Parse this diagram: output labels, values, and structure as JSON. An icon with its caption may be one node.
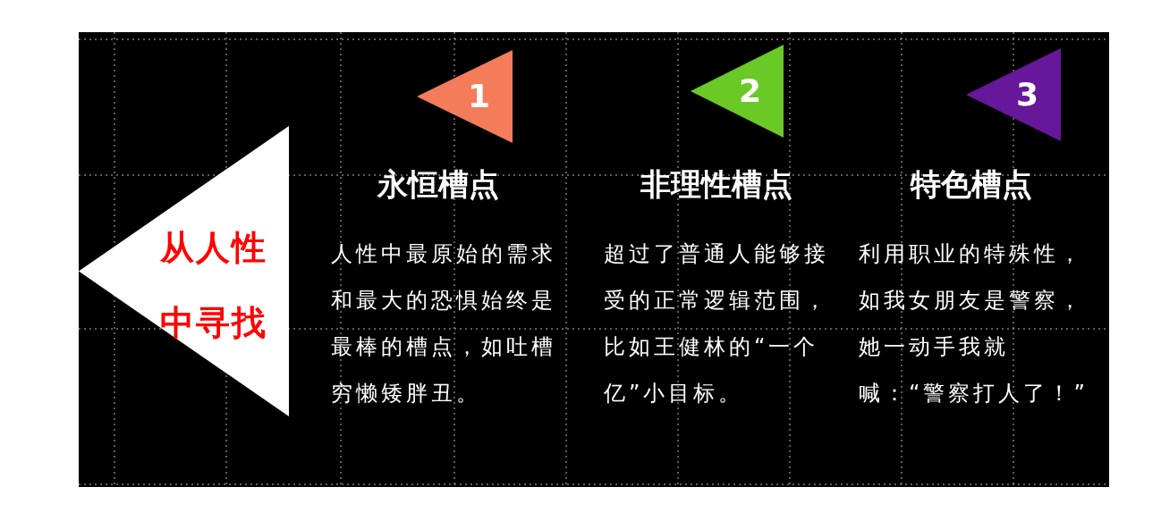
{
  "diagram": {
    "nodes": [
      {
        "text": [
          "从人性中寻找"
        ]
      },
      {
        "text": [
          "1"
        ]
      },
      {
        "text": [
          "2"
        ]
      },
      {
        "text": [
          "3"
        ]
      }
    ],
    "labels": [
      "永恒槽点",
      "人性中最原始的需求和最大的恐惧始终是最棒的槽点，如吐槽穷懒矮胖丑。",
      "非理性槽点",
      "超过了普通人能够接受的正常逻辑范围，比如王健林的“一个亿”小目标。",
      "特色槽点",
      "利用职业的特殊性，如我女朋友是警察，她一动手我就喊：“警察打人了！”"
    ]
  }
}
